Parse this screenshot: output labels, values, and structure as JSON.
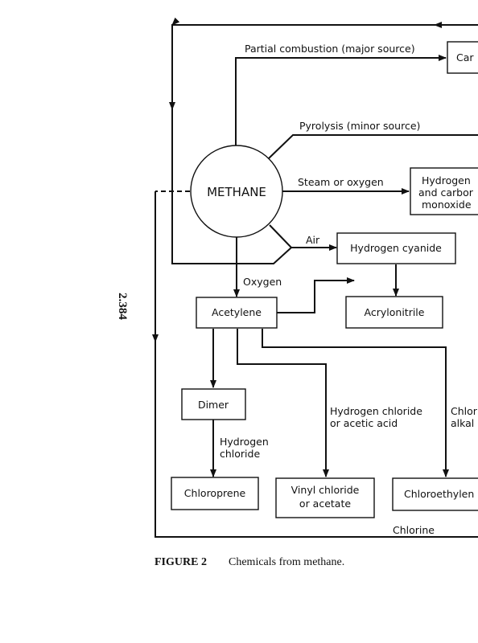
{
  "page_number": "2.384",
  "figure": {
    "label": "FIGURE 2",
    "caption": "Chemicals from methane."
  },
  "nodes": {
    "methane": "METHANE",
    "carbon_black": "Car",
    "hydrogen_co_line1": "Hydrogen",
    "hydrogen_co_line2": "and carbor",
    "hydrogen_co_line3": "monoxide",
    "hydrogen_cyanide": "Hydrogen cyanide",
    "acetylene": "Acetylene",
    "acrylonitrile": "Acrylonitrile",
    "dimer": "Dimer",
    "chloroprene": "Chloroprene",
    "vinyl_line1": "Vinyl chloride",
    "vinyl_line2": "or acetate",
    "chloroethylene": "Chloroethylen"
  },
  "edge_labels": {
    "partial_combustion": "Partial combustion (major source)",
    "pyrolysis": "Pyrolysis (minor source)",
    "steam_oxygen": "Steam or oxygen",
    "air": "Air",
    "oxygen": "Oxygen",
    "hcl_acetic_line1": "Hydrogen chloride",
    "hcl_acetic_line2": "or acetic acid",
    "chlor_line1": "Chlor",
    "chlor_line2": "alkal",
    "hcl_line1": "Hydrogen",
    "hcl_line2": "chloride",
    "chlorine": "Chlorine"
  }
}
